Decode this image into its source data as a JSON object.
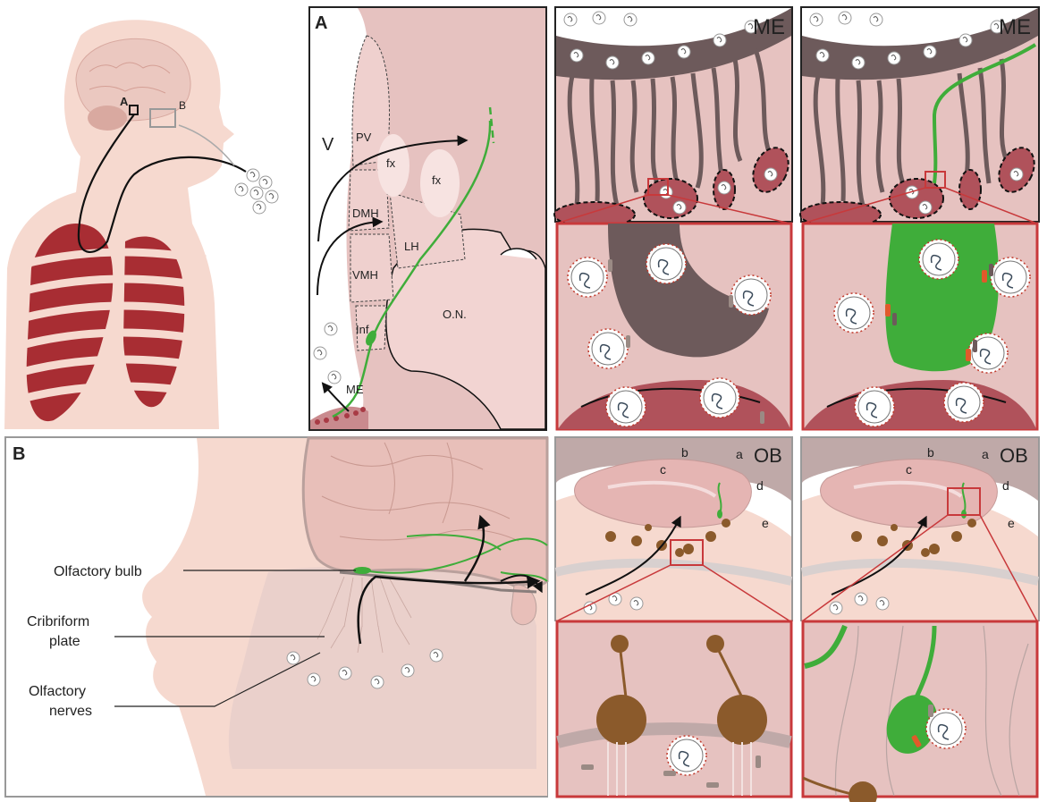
{
  "overview": {
    "marker_a": "A",
    "marker_b": "B"
  },
  "panel_a": {
    "letter": "A",
    "ventricle": "V",
    "regions": {
      "pv": "PV",
      "fx1": "fx",
      "fx2": "fx",
      "dmh": "DMH",
      "lh": "LH",
      "vmh": "VMH",
      "inf": "Inf",
      "on": "O.N.",
      "me": "ME"
    }
  },
  "me_panels": {
    "left_title": "ME",
    "right_title": "ME"
  },
  "panel_b": {
    "letter": "B",
    "labels": {
      "olfactory_bulb": "Olfactory bulb",
      "cribriform_1": "Cribriform",
      "cribriform_2": "plate",
      "nerves_1": "Olfactory",
      "nerves_2": "nerves"
    }
  },
  "ob_panels": {
    "left_title": "OB",
    "right_title": "OB",
    "layer_labels": {
      "a": "a",
      "b": "b",
      "c": "c",
      "d": "d",
      "e": "e"
    }
  },
  "colors": {
    "skin": "#f6d9cf",
    "brain": "#e8bfb9",
    "tissue": "#dcaeae",
    "lung": "#a82d33",
    "neuron_green": "#3fad3a",
    "tanycyte_gray": "#6d5a5b",
    "frame_red": "#c8393b",
    "ob_neuron": "#8b5a2b",
    "receptor_orange": "#e05a2a"
  }
}
